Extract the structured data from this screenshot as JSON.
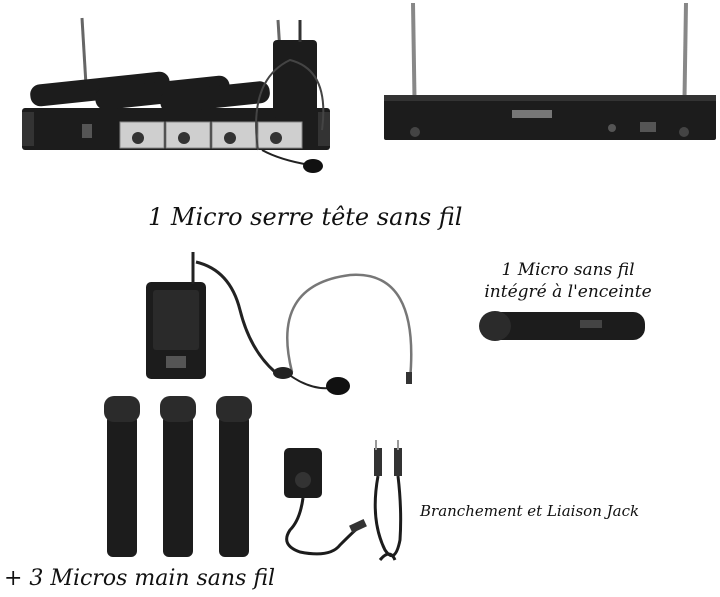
{
  "captions": {
    "headset": "1 Micro serre tête sans fil",
    "speaker_line1": "1 Micro sans fil",
    "speaker_line2": "intégré à l'enceinte",
    "jack": "Branchement et Liaison Jack",
    "handheld": "+ 3 Micros main sans fil"
  },
  "colors": {
    "device_dark": "#1c1c1c",
    "panel_silver": "#cfcfcf",
    "background": "#ffffff"
  }
}
